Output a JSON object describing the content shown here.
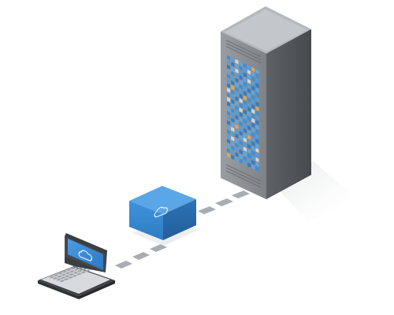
{
  "diagram": {
    "nodes": [
      {
        "id": "laptop",
        "icon": "cloud-icon"
      },
      {
        "id": "gateway-box",
        "icon": "cloud-icon"
      },
      {
        "id": "server-rack",
        "icon": "server-rack-icon"
      }
    ],
    "links": [
      {
        "from": "laptop",
        "to": "gateway-box",
        "style": "dashed"
      },
      {
        "from": "gateway-box",
        "to": "server-rack",
        "style": "dashed"
      }
    ]
  },
  "colors": {
    "background": "#ffffff",
    "accent_blue": "#3d8fd8",
    "accent_blue_dark": "#2a6cab",
    "rack_front": "#8a8d92",
    "rack_side": "#5b5e63",
    "rack_top": "#b5b8bd",
    "connector": "#a9acb0",
    "shadow": "#eceef0"
  }
}
